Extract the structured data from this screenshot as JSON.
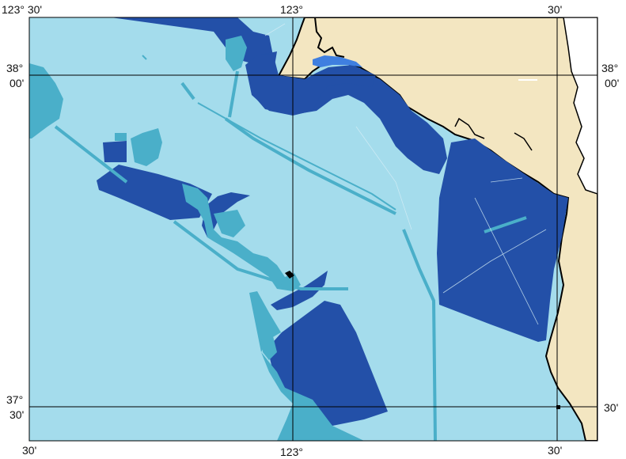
{
  "map": {
    "colors": {
      "ocean": "#a4dcec",
      "land": "#f3e6c1",
      "dark_zone": "#2350a8",
      "medium_zone": "#4aafc9",
      "bright_zone": "#3f7fe0",
      "grid": "#000000",
      "coast": "#000000"
    },
    "labels": {
      "top_left": "123° 30'",
      "top_center": "123°",
      "top_right": "30'",
      "left_upper_deg": "38°",
      "left_upper_min": "00'",
      "right_upper_deg": "38°",
      "right_upper_min": "00'",
      "left_lower_deg": "37°",
      "left_lower_min": "30'",
      "right_lower_min": "30'",
      "bottom_left": "30'",
      "bottom_center": "123°",
      "bottom_right": "30'"
    }
  }
}
